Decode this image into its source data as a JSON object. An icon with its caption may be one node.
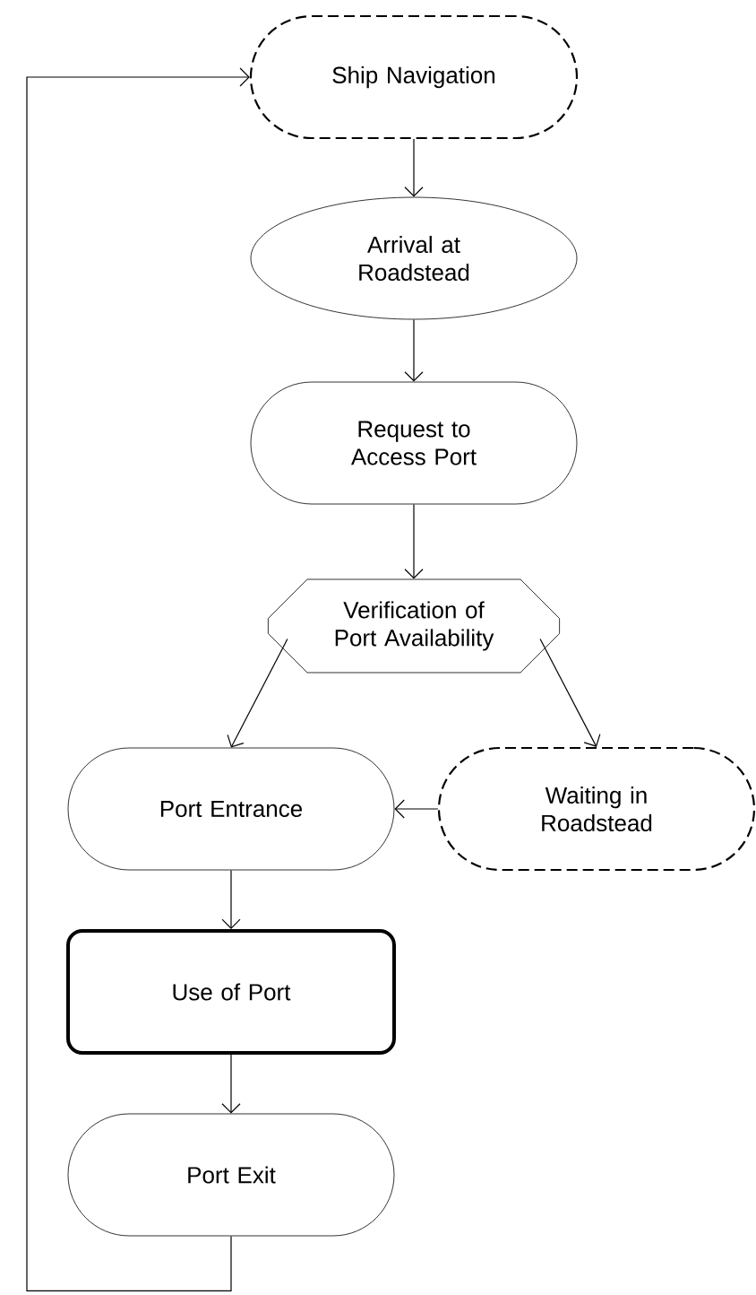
{
  "diagram": {
    "nodes": [
      {
        "text": [
          "Ship Navigation"
        ]
      },
      {
        "text": [
          "Arrival at Roadstead"
        ]
      },
      {
        "text": [
          "Request to Access Port"
        ]
      },
      {
        "text": [
          "Verification of Port Availability"
        ]
      },
      {
        "text": [
          "Port Entrance"
        ]
      },
      {
        "text": [
          "Waiting in Roadstead"
        ]
      },
      {
        "text": [
          "Use of Port"
        ]
      },
      {
        "text": [
          "Port Exit"
        ]
      }
    ],
    "edges": [
      {
        "from": 0,
        "to": 1,
        "arrow": "to"
      },
      {
        "from": 1,
        "to": 2,
        "arrow": "to"
      },
      {
        "from": 2,
        "to": 3,
        "arrow": "to"
      },
      {
        "from": 3,
        "to": 4,
        "arrow": "to"
      },
      {
        "from": 3,
        "to": 5,
        "arrow": "to"
      },
      {
        "from": 5,
        "to": 4,
        "arrow": "to"
      },
      {
        "from": 4,
        "to": 6,
        "arrow": "to"
      },
      {
        "from": 6,
        "to": 7,
        "arrow": "to"
      },
      {
        "from": 7,
        "to": 0,
        "arrow": "to"
      }
    ]
  }
}
